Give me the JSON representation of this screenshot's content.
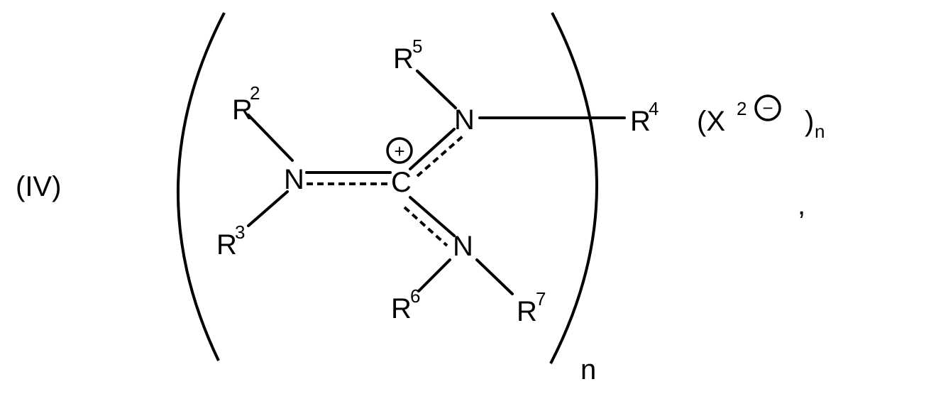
{
  "formula_label": "(IV)",
  "atoms": {
    "n_left": "N",
    "c_center": "C",
    "n_top": "N",
    "n_bottom": "N"
  },
  "charge_positive": "+",
  "charge_negative": "−",
  "substituents": {
    "r2": {
      "base": "R",
      "sup": "2"
    },
    "r3": {
      "base": "R",
      "sup": "3"
    },
    "r4": {
      "base": "R",
      "sup": "4"
    },
    "r5": {
      "base": "R",
      "sup": "5"
    },
    "r6": {
      "base": "R",
      "sup": "6"
    },
    "r7": {
      "base": "R",
      "sup": "7"
    }
  },
  "bracket_subscript": "n",
  "counter_ion": {
    "open": "(X",
    "sup": "2",
    "close": ")",
    "sub": "n"
  },
  "trailing_comma": ","
}
